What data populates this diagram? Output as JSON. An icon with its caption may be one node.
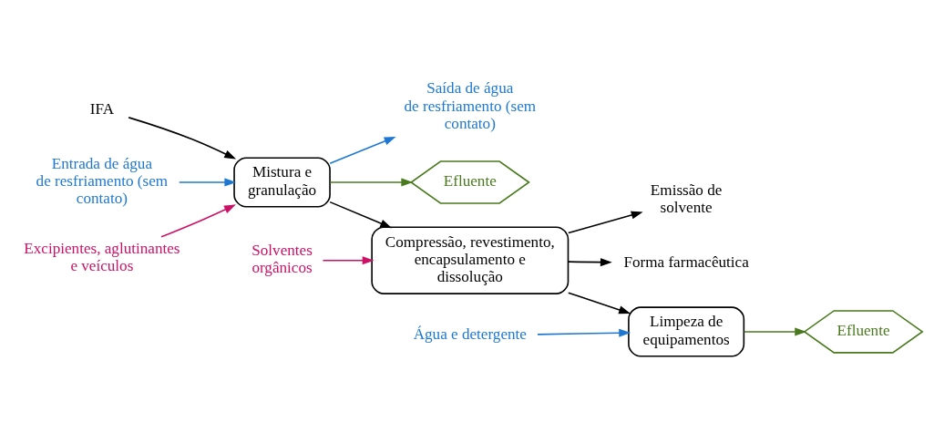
{
  "diagram": {
    "nodes": [
      {
        "text": [
          "IFA"
        ]
      },
      {
        "text": [
          "Entrada de água de resfriamento (sem contato)"
        ]
      },
      {
        "text": [
          "Excipientes, aglutinantes e veículos"
        ]
      },
      {
        "text": [
          "Mistura e granulação"
        ]
      },
      {
        "text": [
          "Saída de água de resfriamento (sem contato)"
        ]
      },
      {
        "text": [
          "Efluente"
        ]
      },
      {
        "text": [
          "Emissão de solvente"
        ]
      },
      {
        "text": [
          "Solventes orgânicos"
        ]
      },
      {
        "text": [
          "Compressão, revestimento, encapsulamento e dissolução"
        ]
      },
      {
        "text": [
          "Forma farmacêutica"
        ]
      },
      {
        "text": [
          "Água e detergente"
        ]
      },
      {
        "text": [
          "Limpeza de equipamentos"
        ]
      },
      {
        "text": [
          "Efluente"
        ]
      }
    ],
    "edges": [
      {
        "from": 0,
        "to": 3,
        "arrow": "to"
      },
      {
        "from": 1,
        "to": 3,
        "arrow": "to",
        "color": "#1e78d2"
      },
      {
        "from": 2,
        "to": 3,
        "arrow": "to",
        "color": "#cc1166"
      },
      {
        "from": 3,
        "to": 4,
        "arrow": "to",
        "color": "#1e78d2"
      },
      {
        "from": 3,
        "to": 5,
        "arrow": "to",
        "color": "#4a7a1e"
      },
      {
        "from": 3,
        "to": 8,
        "arrow": "to"
      },
      {
        "from": 8,
        "to": 6,
        "arrow": "to"
      },
      {
        "from": 7,
        "to": 8,
        "arrow": "to",
        "color": "#cc1166"
      },
      {
        "from": 8,
        "to": 9,
        "arrow": "to"
      },
      {
        "from": 8,
        "to": 11,
        "arrow": "to"
      },
      {
        "from": 10,
        "to": 11,
        "arrow": "to",
        "color": "#1e78d2"
      },
      {
        "from": 11,
        "to": 12,
        "arrow": "to",
        "color": "#4a7a1e"
      }
    ]
  }
}
